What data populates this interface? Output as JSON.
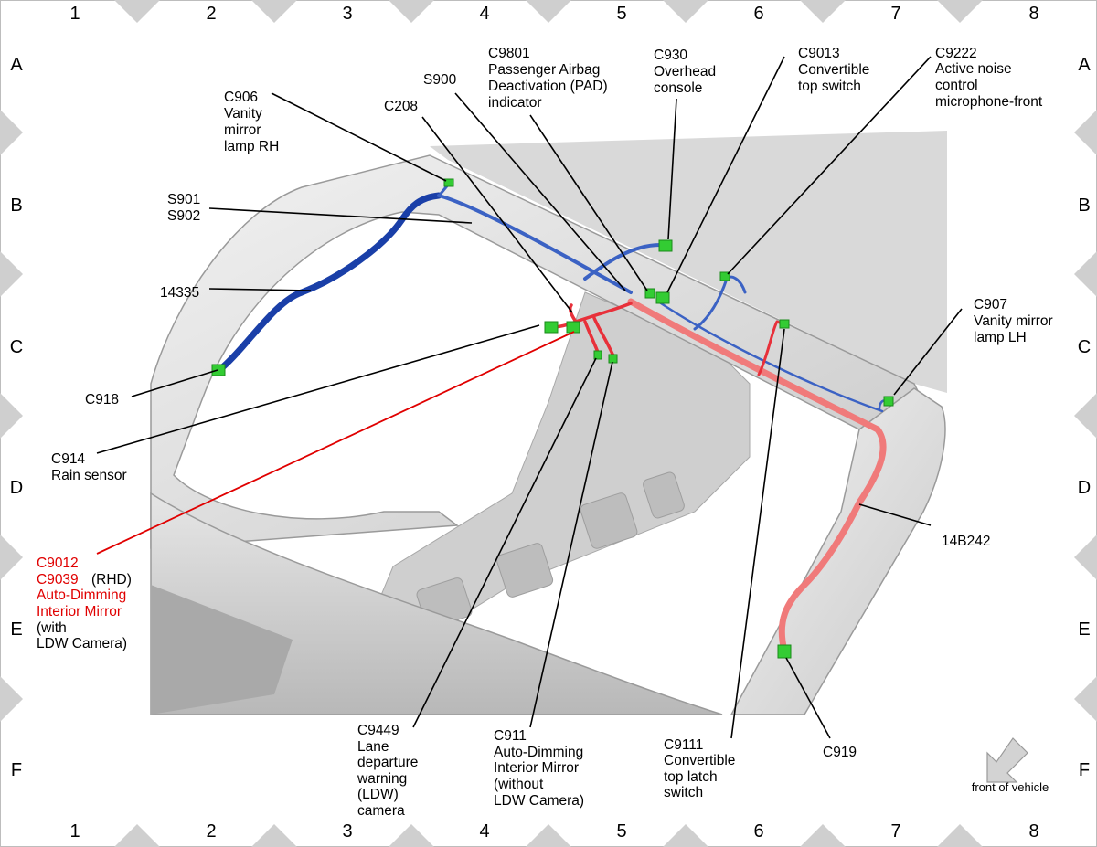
{
  "grid": {
    "columns": [
      "1",
      "2",
      "3",
      "4",
      "5",
      "6",
      "7",
      "8"
    ],
    "rows": [
      "A",
      "B",
      "C",
      "D",
      "E",
      "F"
    ]
  },
  "colors": {
    "harness_blue": "#3b62c4",
    "harness_dark_blue": "#1a3fa8",
    "harness_red": "#e8303a",
    "harness_pink": "#f07a7a",
    "connector_green": "#33cc33",
    "highlight_red": "#e00000"
  },
  "callouts": [
    {
      "id": "c906",
      "lines": [
        "C906",
        "Vanity",
        "mirror",
        "lamp RH"
      ]
    },
    {
      "id": "c208",
      "lines": [
        "C208"
      ]
    },
    {
      "id": "s900",
      "lines": [
        "S900"
      ]
    },
    {
      "id": "c9801",
      "lines": [
        "C9801",
        "Passenger Airbag",
        "Deactivation (PAD)",
        "indicator"
      ]
    },
    {
      "id": "c930",
      "lines": [
        "C930",
        "Overhead",
        "console"
      ]
    },
    {
      "id": "c9013",
      "lines": [
        "C9013",
        "Convertible",
        "top switch"
      ]
    },
    {
      "id": "c9222",
      "lines": [
        "C9222",
        "Active noise",
        "control",
        "microphone-front"
      ]
    },
    {
      "id": "s901",
      "lines": [
        "S901",
        "S902"
      ]
    },
    {
      "id": "w14335",
      "lines": [
        "14335"
      ]
    },
    {
      "id": "c907",
      "lines": [
        "C907",
        "Vanity mirror",
        "lamp LH"
      ]
    },
    {
      "id": "c918",
      "lines": [
        "C918"
      ]
    },
    {
      "id": "c914",
      "lines": [
        "C914",
        "Rain sensor"
      ]
    },
    {
      "id": "w14b242",
      "lines": [
        "14B242"
      ]
    },
    {
      "id": "c9449",
      "lines": [
        "C9449",
        "Lane",
        "departure",
        "warning",
        "(LDW)",
        "camera"
      ]
    },
    {
      "id": "c911",
      "lines": [
        "C911",
        "Auto-Dimming",
        "Interior Mirror",
        "(without",
        "LDW Camera)"
      ]
    },
    {
      "id": "c9111",
      "lines": [
        "C9111",
        "Convertible",
        "top latch",
        "switch"
      ]
    },
    {
      "id": "c919",
      "lines": [
        "C919"
      ]
    }
  ],
  "highlight_callout": {
    "line1": "C9012",
    "line2a": "C9039",
    "line2b": "(RHD)",
    "line3": "Auto-Dimming",
    "line4": "Interior Mirror",
    "line5": "(with",
    "line6": "LDW Camera)"
  },
  "orientation": {
    "label": "front of vehicle",
    "icon": "arrow-down-left-icon"
  }
}
